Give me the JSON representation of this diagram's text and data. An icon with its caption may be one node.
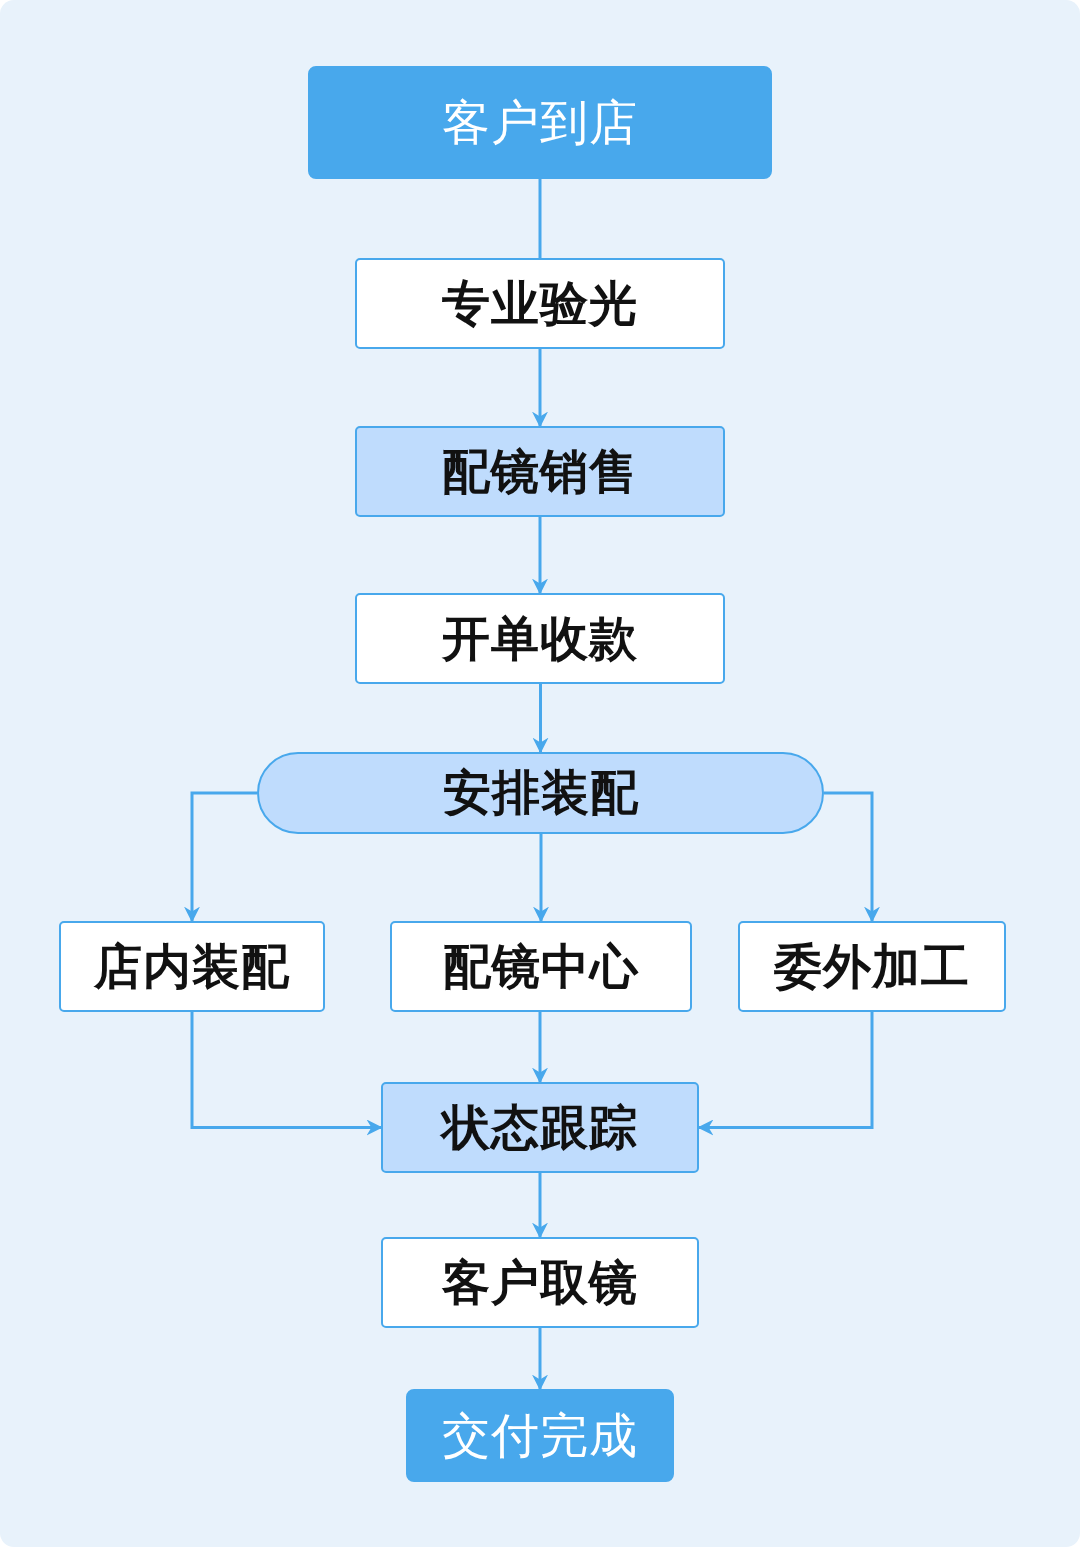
{
  "diagram": {
    "nodes": [
      {
        "text": [
          "客户到店"
        ]
      },
      {
        "text": [
          "专业验光"
        ]
      },
      {
        "text": [
          "配镜销售"
        ]
      },
      {
        "text": [
          "开单收款"
        ]
      },
      {
        "text": [
          "安排装配"
        ]
      },
      {
        "text": [
          "店内装配"
        ]
      },
      {
        "text": [
          "配镜中心"
        ]
      },
      {
        "text": [
          "委外加工"
        ]
      },
      {
        "text": [
          "状态跟踪"
        ]
      },
      {
        "text": [
          "客户取镜"
        ]
      },
      {
        "text": [
          "交付完成"
        ]
      }
    ],
    "edges": [
      {
        "from": 0,
        "to": 1,
        "arrow": "none"
      },
      {
        "from": 1,
        "to": 2,
        "arrow": "to"
      },
      {
        "from": 2,
        "to": 3,
        "arrow": "to"
      },
      {
        "from": 3,
        "to": 4,
        "arrow": "to"
      },
      {
        "from": 4,
        "to": 5,
        "arrow": "to"
      },
      {
        "from": 4,
        "to": 6,
        "arrow": "to"
      },
      {
        "from": 4,
        "to": 7,
        "arrow": "to"
      },
      {
        "from": 5,
        "to": 8,
        "arrow": "to"
      },
      {
        "from": 6,
        "to": 8,
        "arrow": "to"
      },
      {
        "from": 7,
        "to": 8,
        "arrow": "to"
      },
      {
        "from": 8,
        "to": 9,
        "arrow": "to"
      },
      {
        "from": 9,
        "to": 10,
        "arrow": "to"
      }
    ]
  }
}
